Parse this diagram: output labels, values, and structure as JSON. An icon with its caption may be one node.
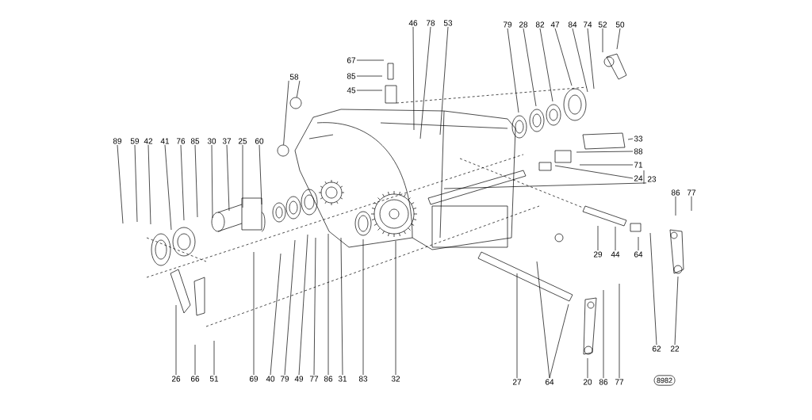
{
  "diagram": {
    "nodes": [
      {
        "text": [
          "89"
        ]
      },
      {
        "text": [
          "59"
        ]
      },
      {
        "text": [
          "42"
        ]
      },
      {
        "text": [
          "41"
        ]
      },
      {
        "text": [
          "76"
        ]
      },
      {
        "text": [
          "85"
        ]
      },
      {
        "text": [
          "30"
        ]
      },
      {
        "text": [
          "37"
        ]
      },
      {
        "text": [
          "25"
        ]
      },
      {
        "text": [
          "60"
        ]
      },
      {
        "text": [
          "58"
        ]
      },
      {
        "text": [
          "67"
        ]
      },
      {
        "text": [
          "85"
        ]
      },
      {
        "text": [
          "45"
        ]
      },
      {
        "text": [
          "46"
        ]
      },
      {
        "text": [
          "78"
        ]
      },
      {
        "text": [
          "53"
        ]
      },
      {
        "text": [
          "79"
        ]
      },
      {
        "text": [
          "28"
        ]
      },
      {
        "text": [
          "82"
        ]
      },
      {
        "text": [
          "47"
        ]
      },
      {
        "text": [
          "84"
        ]
      },
      {
        "text": [
          "74"
        ]
      },
      {
        "text": [
          "52"
        ]
      },
      {
        "text": [
          "50"
        ]
      },
      {
        "text": [
          "33"
        ]
      },
      {
        "text": [
          "88"
        ]
      },
      {
        "text": [
          "71"
        ]
      },
      {
        "text": [
          "24"
        ]
      },
      {
        "text": [
          "23"
        ]
      },
      {
        "text": [
          "86"
        ]
      },
      {
        "text": [
          "77"
        ]
      },
      {
        "text": [
          "29"
        ]
      },
      {
        "text": [
          "44"
        ]
      },
      {
        "text": [
          "64"
        ]
      },
      {
        "text": [
          "62"
        ]
      },
      {
        "text": [
          "22"
        ]
      },
      {
        "text": [
          "26"
        ]
      },
      {
        "text": [
          "66"
        ]
      },
      {
        "text": [
          "51"
        ]
      },
      {
        "text": [
          "69"
        ]
      },
      {
        "text": [
          "40"
        ]
      },
      {
        "text": [
          "79"
        ]
      },
      {
        "text": [
          "49"
        ]
      },
      {
        "text": [
          "77"
        ]
      },
      {
        "text": [
          "86"
        ]
      },
      {
        "text": [
          "31"
        ]
      },
      {
        "text": [
          "83"
        ]
      },
      {
        "text": [
          "32"
        ]
      },
      {
        "text": [
          "27"
        ]
      },
      {
        "text": [
          "64"
        ]
      },
      {
        "text": [
          "20"
        ]
      },
      {
        "text": [
          "86"
        ]
      },
      {
        "text": [
          "77"
        ]
      },
      {
        "text": [],
        "shape": "circle"
      },
      {
        "text": [],
        "shape": "circle"
      }
    ],
    "edges": [
      {
        "from": 0,
        "to": null,
        "arrow": "none"
      },
      {
        "from": 1,
        "to": null,
        "arrow": "none"
      },
      {
        "from": 2,
        "to": null,
        "arrow": "none"
      },
      {
        "from": 3,
        "to": null,
        "arrow": "none"
      },
      {
        "from": 4,
        "to": null,
        "arrow": "none"
      },
      {
        "from": 5,
        "to": null,
        "arrow": "none"
      },
      {
        "from": 6,
        "to": null,
        "arrow": "none"
      },
      {
        "from": 7,
        "to": null,
        "arrow": "none"
      },
      {
        "from": 8,
        "to": null,
        "arrow": "none"
      },
      {
        "from": 9,
        "to": null,
        "arrow": "none"
      },
      {
        "from": 10,
        "to": 54,
        "arrow": "none"
      },
      {
        "from": 11,
        "to": null,
        "arrow": "none"
      },
      {
        "from": 12,
        "to": null,
        "arrow": "none"
      },
      {
        "from": 13,
        "to": null,
        "arrow": "none"
      },
      {
        "from": 14,
        "to": null,
        "arrow": "none"
      },
      {
        "from": 15,
        "to": null,
        "arrow": "none"
      },
      {
        "from": 16,
        "to": null,
        "arrow": "none"
      },
      {
        "from": 17,
        "to": null,
        "arrow": "none"
      },
      {
        "from": 18,
        "to": null,
        "arrow": "none"
      },
      {
        "from": 19,
        "to": null,
        "arrow": "none"
      },
      {
        "from": 20,
        "to": null,
        "arrow": "none"
      },
      {
        "from": 21,
        "to": null,
        "arrow": "none"
      },
      {
        "from": 22,
        "to": null,
        "arrow": "none"
      },
      {
        "from": 23,
        "to": null,
        "arrow": "none"
      },
      {
        "from": 24,
        "to": null,
        "arrow": "none"
      },
      {
        "from": 25,
        "to": null,
        "arrow": "none"
      },
      {
        "from": 26,
        "to": null,
        "arrow": "none"
      },
      {
        "from": 27,
        "to": null,
        "arrow": "none"
      },
      {
        "from": 28,
        "to": null,
        "arrow": "none"
      },
      {
        "from": 29,
        "to": null,
        "arrow": "none"
      },
      {
        "from": 30,
        "to": null,
        "arrow": "none"
      },
      {
        "from": 31,
        "to": null,
        "arrow": "none"
      },
      {
        "from": 32,
        "to": null,
        "arrow": "none"
      },
      {
        "from": 33,
        "to": null,
        "arrow": "none"
      },
      {
        "from": 34,
        "to": null,
        "arrow": "none"
      },
      {
        "from": 35,
        "to": null,
        "arrow": "none"
      },
      {
        "from": 36,
        "to": null,
        "arrow": "none"
      },
      {
        "from": 37,
        "to": null,
        "arrow": "none"
      },
      {
        "from": 38,
        "to": null,
        "arrow": "none"
      },
      {
        "from": 39,
        "to": null,
        "arrow": "none"
      },
      {
        "from": 40,
        "to": null,
        "arrow": "none"
      },
      {
        "from": 41,
        "to": null,
        "arrow": "none"
      },
      {
        "from": 42,
        "to": null,
        "arrow": "none"
      },
      {
        "from": 43,
        "to": null,
        "arrow": "none"
      },
      {
        "from": 44,
        "to": null,
        "arrow": "none"
      },
      {
        "from": 45,
        "to": null,
        "arrow": "none"
      },
      {
        "from": 46,
        "to": null,
        "arrow": "none"
      },
      {
        "from": 47,
        "to": null,
        "arrow": "none"
      },
      {
        "from": 48,
        "to": null,
        "arrow": "none"
      },
      {
        "from": 49,
        "to": null,
        "arrow": "none"
      },
      {
        "from": 50,
        "to": null,
        "arrow": "none"
      },
      {
        "from": 51,
        "to": null,
        "arrow": "none"
      },
      {
        "from": 52,
        "to": null,
        "arrow": "none"
      },
      {
        "from": 53,
        "to": null,
        "arrow": "none"
      },
      {
        "from": 10,
        "to": 55,
        "arrow": "none"
      },
      {
        "from": 50,
        "to": null,
        "arrow": "none"
      }
    ],
    "labels": [
      "8982"
    ]
  }
}
